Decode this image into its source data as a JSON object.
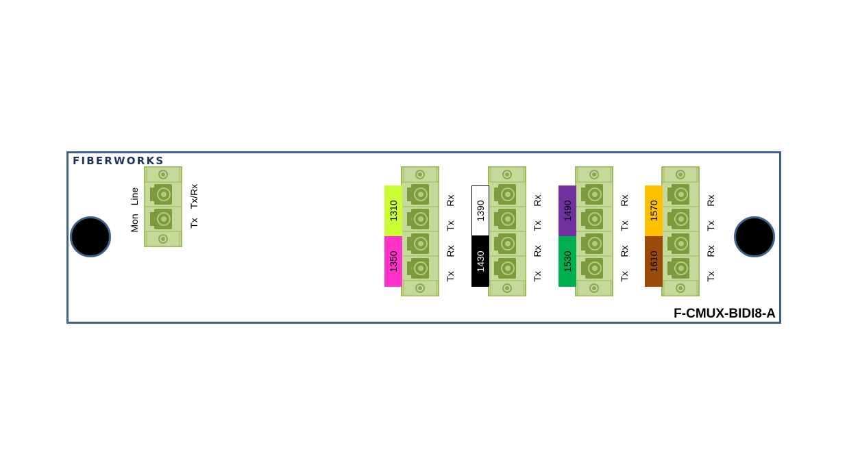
{
  "brand": "FIBERWORKS",
  "model": "F-CMUX-BIDI8-A",
  "colors": {
    "panel_border": "#41608a",
    "adapter_light": "#c6d99b",
    "adapter_dark": "#7d9a3d",
    "adapter_border": "#9bbb59",
    "logo": "#1f3558"
  },
  "common_port": {
    "labels": [
      "Mon",
      "Line"
    ],
    "port_labels": [
      "Tx/Rx",
      "Tx"
    ]
  },
  "groups": [
    {
      "channels": [
        {
          "wavelength": "1310",
          "color": "#ccff33",
          "text_color": "#000000"
        },
        {
          "wavelength": "1350",
          "color": "#ff33cc",
          "text_color": "#000000"
        }
      ],
      "port_labels": [
        "Rx",
        "Tx",
        "Rx",
        "Tx"
      ]
    },
    {
      "channels": [
        {
          "wavelength": "1390",
          "color": "#ffffff",
          "text_color": "#000000"
        },
        {
          "wavelength": "1430",
          "color": "#000000",
          "text_color": "#ffffff"
        }
      ],
      "port_labels": [
        "Rx",
        "Tx",
        "Rx",
        "Tx"
      ]
    },
    {
      "channels": [
        {
          "wavelength": "1490",
          "color": "#7030a0",
          "text_color": "#000000"
        },
        {
          "wavelength": "1530",
          "color": "#00b050",
          "text_color": "#000000"
        }
      ],
      "port_labels": [
        "Rx",
        "Tx",
        "Rx",
        "Tx"
      ]
    },
    {
      "channels": [
        {
          "wavelength": "1570",
          "color": "#ffc000",
          "text_color": "#000000"
        },
        {
          "wavelength": "1610",
          "color": "#9c4a0a",
          "text_color": "#000000"
        }
      ],
      "port_labels": [
        "Rx",
        "Tx",
        "Rx",
        "Tx"
      ]
    }
  ]
}
